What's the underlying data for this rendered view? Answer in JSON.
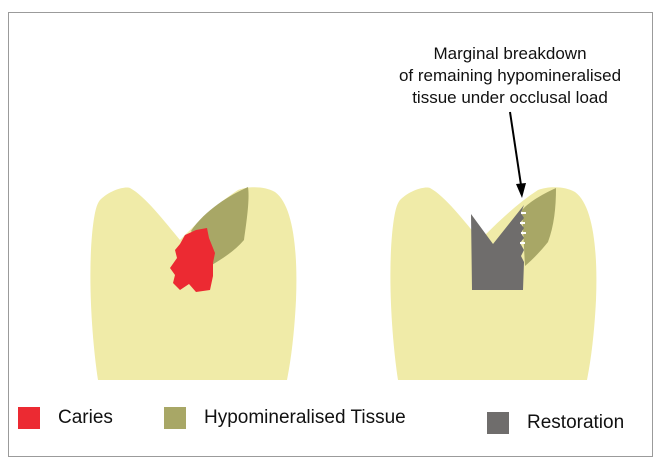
{
  "callout": {
    "line1": "Marginal breakdown",
    "line2": "of remaining hypomineralised",
    "line3": "tissue under occlusal load"
  },
  "legend": {
    "caries": "Caries",
    "hypomineralised": "Hypomineralised Tissue",
    "restoration": "Restoration"
  },
  "colors": {
    "tooth": "#f0eba8",
    "caries": "#ec2a32",
    "hypomineralised": "#a8a766",
    "restoration": "#6f6d6c",
    "arrow": "#000000"
  }
}
